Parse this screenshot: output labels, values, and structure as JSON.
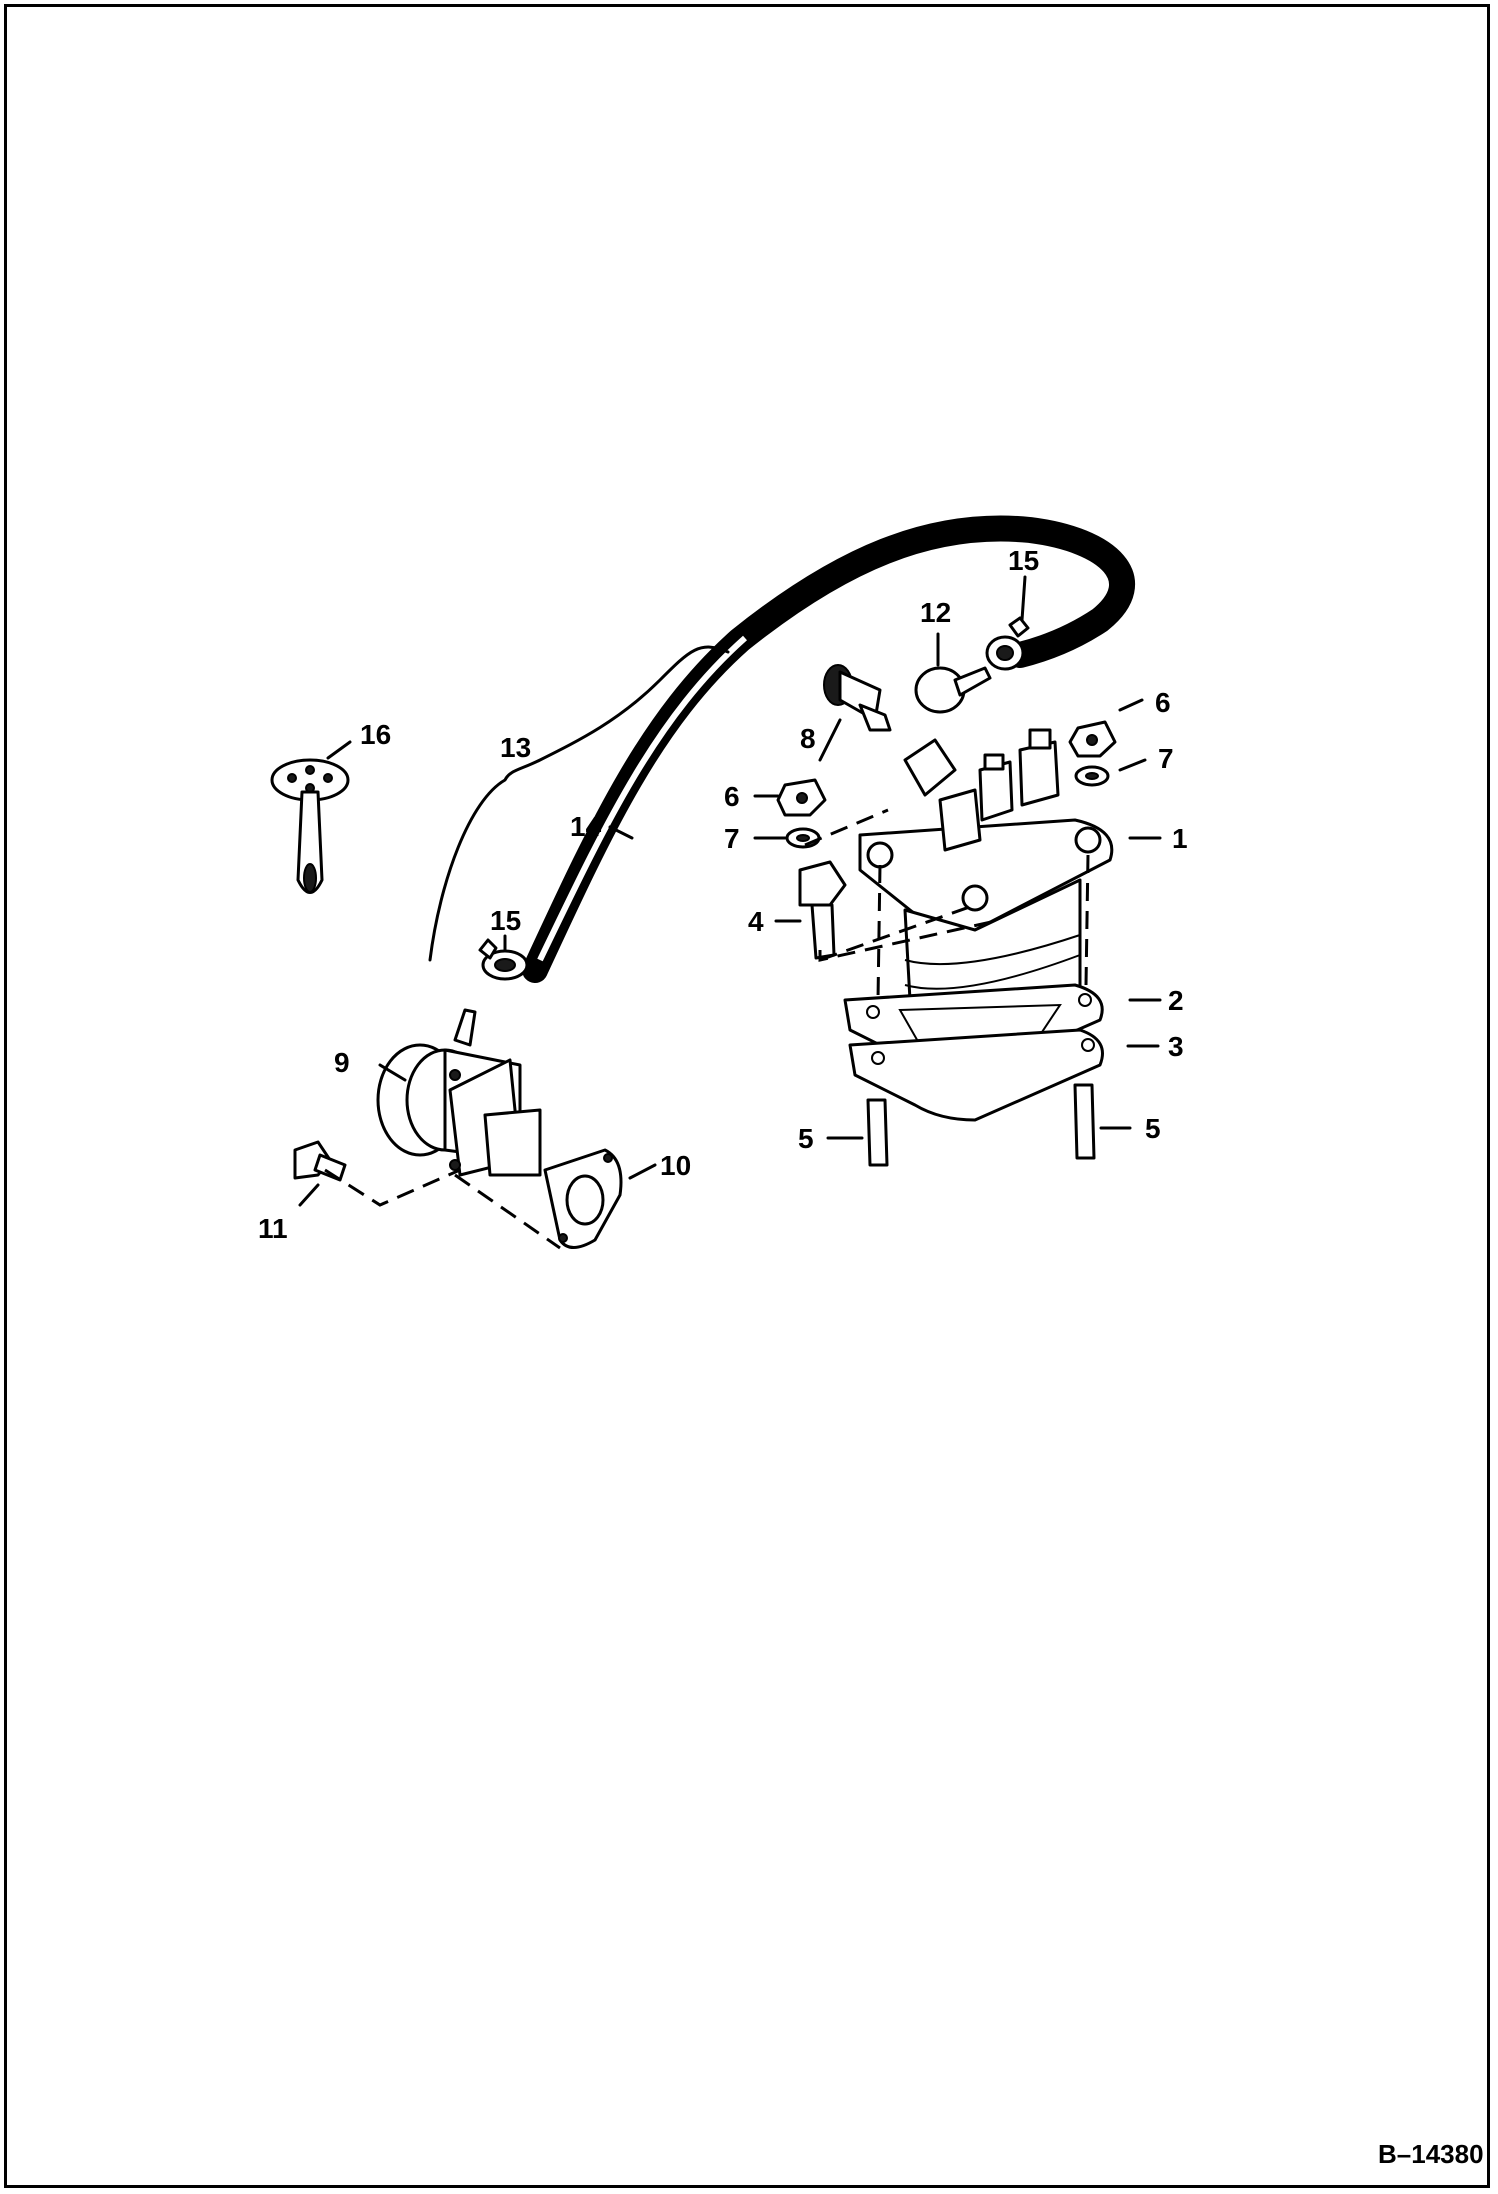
{
  "diagram": {
    "reference_code": "B–14380",
    "callouts": [
      "1",
      "2",
      "3",
      "4",
      "5",
      "5",
      "6",
      "6",
      "7",
      "7",
      "8",
      "9",
      "10",
      "11",
      "12",
      "13",
      "14",
      "15",
      "15",
      "16"
    ]
  }
}
